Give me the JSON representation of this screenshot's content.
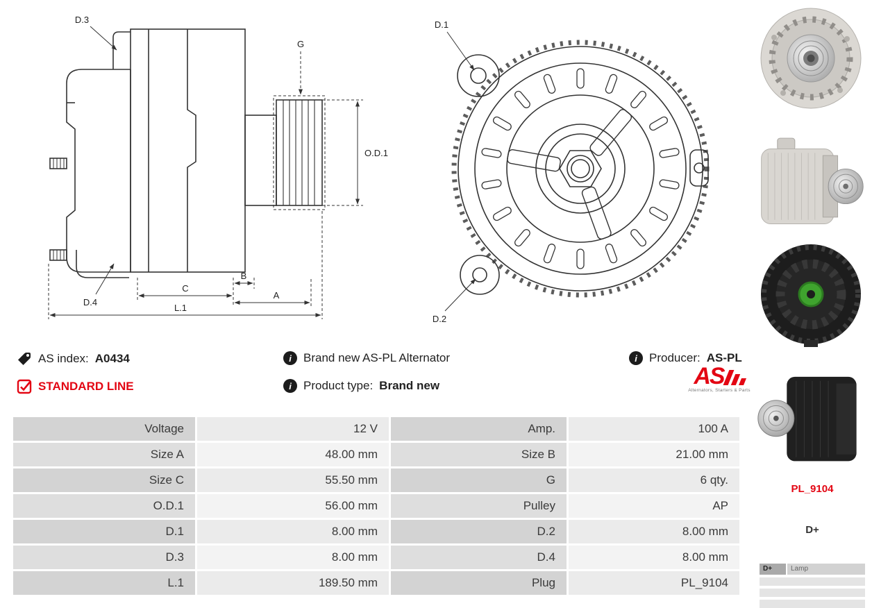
{
  "icons": {
    "info_glyph": "i"
  },
  "colors": {
    "accent_red": "#e30613"
  },
  "diagram": {
    "side_view": {
      "d3": "D.3",
      "g": "G",
      "od1": "O.D.1",
      "d4": "D.4",
      "c": "C",
      "b": "B",
      "a": "A",
      "l1": "L.1"
    },
    "front_view": {
      "d1": "D.1",
      "d2": "D.2"
    }
  },
  "info": {
    "as_index_label": "AS index:",
    "as_index_value": "A0434",
    "standard_line_label": "STANDARD LINE",
    "brand_new_text": "Brand new AS-PL Alternator",
    "product_type_label": "Product type:",
    "product_type_value": "Brand new",
    "producer_label": "Producer:",
    "producer_value": "AS-PL",
    "logo_text": "AS",
    "logo_subtext": "Alternators, Starters & Parts"
  },
  "sidebar": {
    "part_code": "PL_9104",
    "terminal_label": "D+",
    "pin_table": {
      "col1": "D+",
      "col2": "Lamp"
    }
  },
  "spec_table": {
    "rows": [
      {
        "l1": "Voltage",
        "v1": "12 V",
        "l2": "Amp.",
        "v2": "100 A"
      },
      {
        "l1": "Size A",
        "v1": "48.00 mm",
        "l2": "Size B",
        "v2": "21.00 mm"
      },
      {
        "l1": "Size C",
        "v1": "55.50 mm",
        "l2": "G",
        "v2": "6 qty."
      },
      {
        "l1": "O.D.1",
        "v1": "56.00 mm",
        "l2": "Pulley",
        "v2": "AP"
      },
      {
        "l1": "D.1",
        "v1": "8.00 mm",
        "l2": "D.2",
        "v2": "8.00 mm"
      },
      {
        "l1": "D.3",
        "v1": "8.00 mm",
        "l2": "D.4",
        "v2": "8.00 mm"
      },
      {
        "l1": "L.1",
        "v1": "189.50 mm",
        "l2": "Plug",
        "v2": "PL_9104"
      }
    ]
  }
}
